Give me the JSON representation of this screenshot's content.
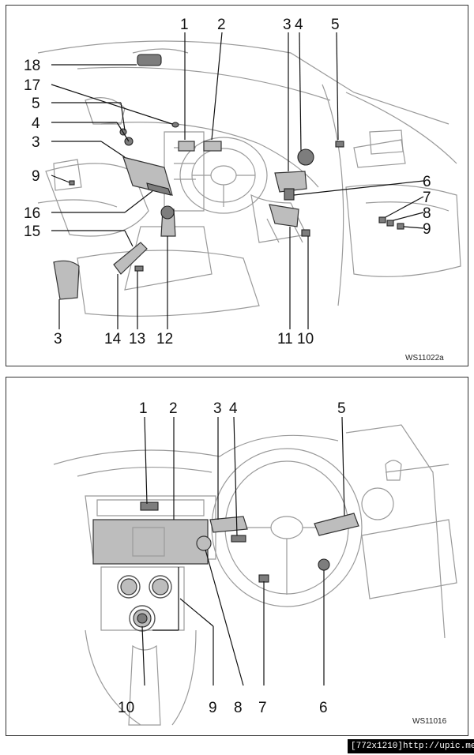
{
  "top_diagram": {
    "code": "WS11022a",
    "labels": [
      "1",
      "2",
      "3",
      "4",
      "5",
      "18",
      "17",
      "5",
      "4",
      "3",
      "9",
      "16",
      "15",
      "3",
      "14",
      "13",
      "12",
      "11",
      "10",
      "6",
      "7",
      "8",
      "9"
    ]
  },
  "bottom_diagram": {
    "code": "WS11016",
    "labels": [
      "1",
      "2",
      "3",
      "4",
      "5",
      "10",
      "9",
      "8",
      "7",
      "6"
    ]
  },
  "footer_text": "[772x1210]http://upic.me/"
}
